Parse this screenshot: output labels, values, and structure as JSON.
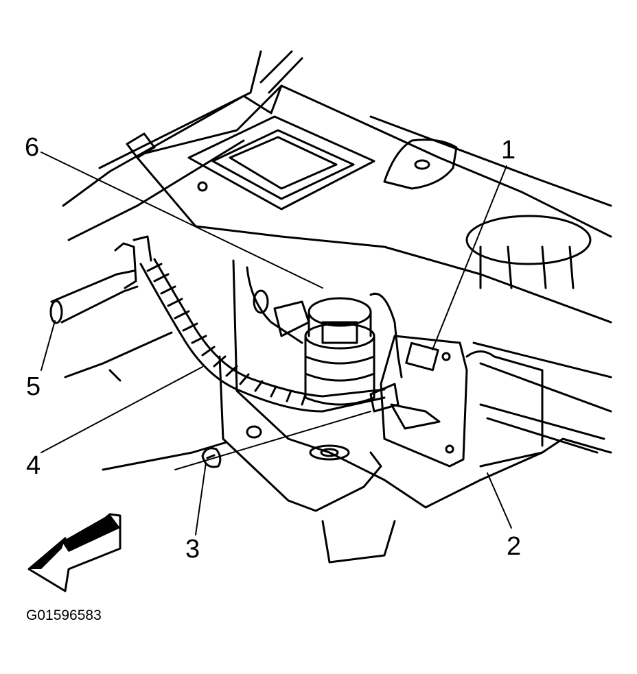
{
  "callouts": [
    {
      "id": "c1",
      "label": "1"
    },
    {
      "id": "c2",
      "label": "2"
    },
    {
      "id": "c3",
      "label": "3"
    },
    {
      "id": "c4",
      "label": "4"
    },
    {
      "id": "c5",
      "label": "5"
    },
    {
      "id": "c6",
      "label": "6"
    }
  ],
  "figure_code": "G01596583",
  "colors": {
    "line": "#000000",
    "background": "#ffffff"
  }
}
